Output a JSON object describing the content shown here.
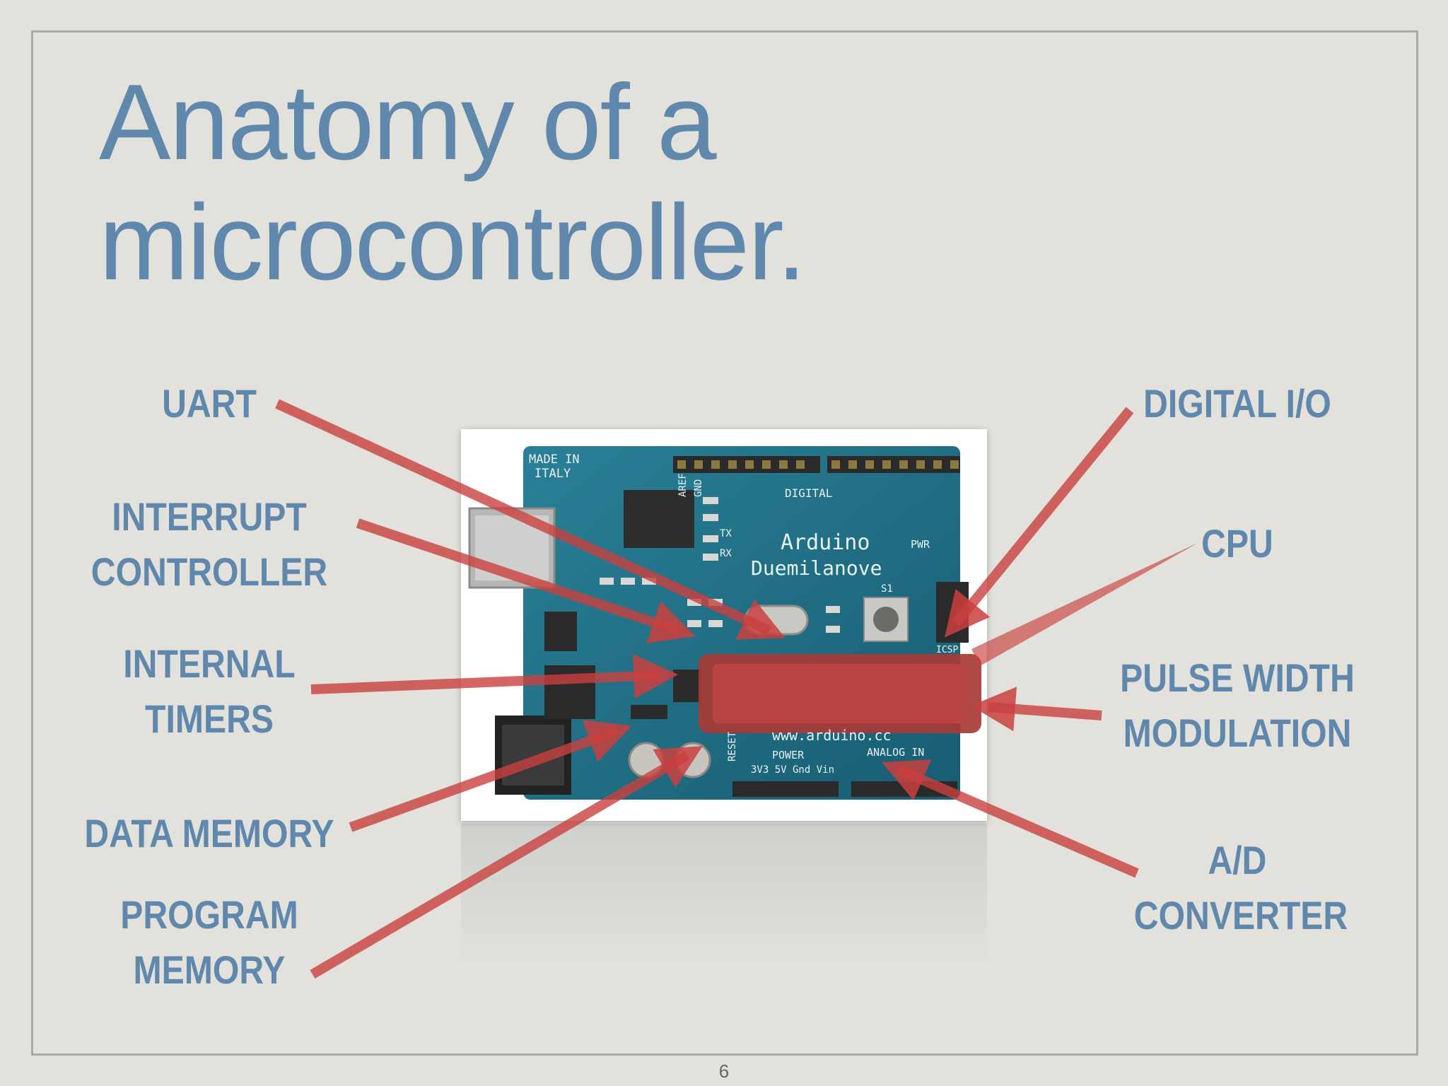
{
  "slide": {
    "title_line1": "Anatomy of a",
    "title_line2": "microcontroller.",
    "page_number": "6"
  },
  "board": {
    "silkscreen": {
      "made_in": "MADE IN",
      "italy": "ITALY",
      "digital": "DIGITAL",
      "brand": "Arduino",
      "model": "Duemilanove",
      "website": "www.arduino.cc",
      "power": "POWER",
      "analog_in": "ANALOG IN",
      "pins_power": "3V3  5V  Gnd  Vin",
      "reset": "RESET",
      "aref": "AREF",
      "gnd": "GND",
      "pwr": "PWR",
      "icsp": "ICSP",
      "tx": "TX",
      "rx": "RX",
      "s1": "S1"
    }
  },
  "labels": {
    "uart": [
      "UART"
    ],
    "interrupt_controller": [
      "INTERRUPT",
      "CONTROLLER"
    ],
    "internal_timers": [
      "INTERNAL",
      "TIMERS"
    ],
    "data_memory": [
      "DATA MEMORY"
    ],
    "program_memory": [
      "PROGRAM",
      "MEMORY"
    ],
    "digital_io": [
      "DIGITAL I/O"
    ],
    "cpu": [
      "CPU"
    ],
    "pulse_width_modulation": [
      "PULSE WIDTH",
      "MODULATION"
    ],
    "ad_converter": [
      "A/D",
      "CONVERTER"
    ]
  },
  "colors": {
    "label": "#5f88ac",
    "arrow": "#c9403e",
    "board": "#1f6f86",
    "background": "#e2e1dc"
  }
}
